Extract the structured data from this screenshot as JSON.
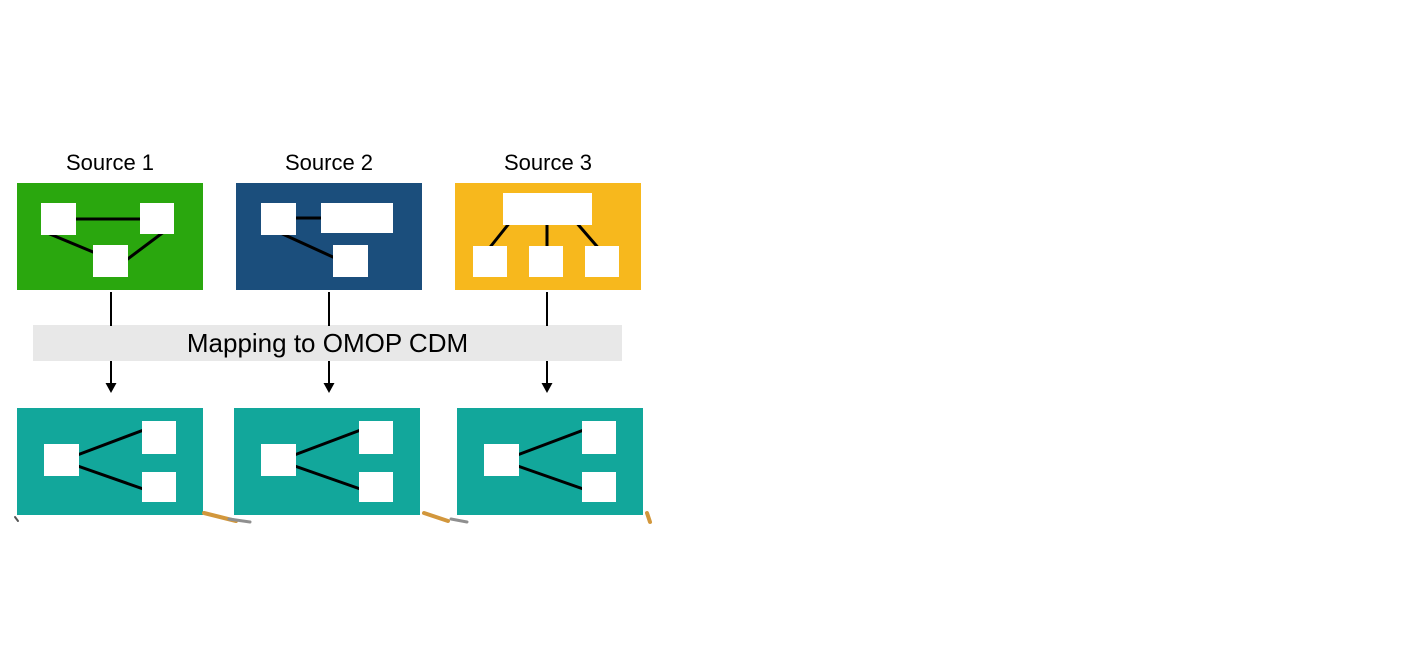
{
  "diagram": {
    "sources": [
      {
        "label": "Source 1",
        "color": "#2aa70e",
        "schema": "three-squares-triangle-network"
      },
      {
        "label": "Source 2",
        "color": "#1b4e7c",
        "schema": "square-linked-to-wide-table-and-square"
      },
      {
        "label": "Source 3",
        "color": "#f7b81d",
        "schema": "one-parent-three-children-hierarchy"
      }
    ],
    "banner": {
      "label": "Mapping to OMOP CDM",
      "background": "#e8e8e8"
    },
    "cdm_boxes": [
      {
        "color": "#12a79b",
        "schema": "one-square-fanning-to-two-squares"
      },
      {
        "color": "#12a79b",
        "schema": "one-square-fanning-to-two-squares"
      },
      {
        "color": "#12a79b",
        "schema": "one-square-fanning-to-two-squares"
      }
    ]
  },
  "colors": {
    "source1": "#2aa70e",
    "source2": "#1b4e7c",
    "source3": "#f7b81d",
    "cdm": "#12a79b",
    "banner": "#e8e8e8",
    "ink": "#000000",
    "node": "#ffffff",
    "artifact_orange": "#d2973c",
    "artifact_gray": "#8f8f8f",
    "page_bg": "#ffffff"
  }
}
